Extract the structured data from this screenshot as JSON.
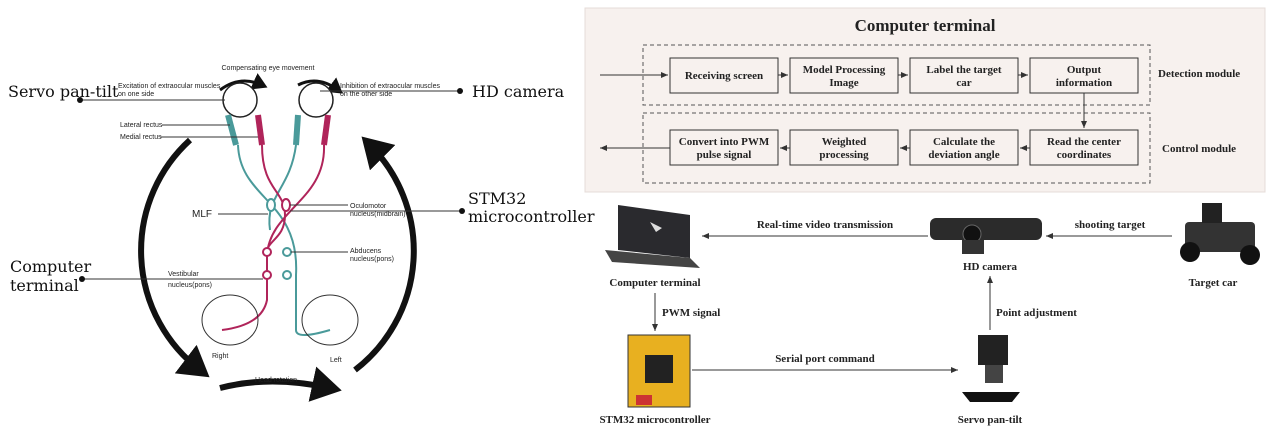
{
  "left_figure": {
    "labels": {
      "servo": "Servo pan-tilt",
      "camera": "HD camera",
      "stm32_1": "STM32",
      "stm32_2": "microcontroller",
      "computer_1": "Computer",
      "computer_2": "terminal"
    },
    "anatomy": {
      "compensating": "Compensating eye movement",
      "excitation_1": "Excitation of extraocular muscles",
      "excitation_2": "on one side",
      "inhibition_1": "Inhibition of extraocular muscles",
      "inhibition_2": "on the other side",
      "lateral": "Lateral rectus",
      "medial": "Medial rectus",
      "mlf": "MLF",
      "oculomotor_1": "Oculomotor",
      "oculomotor_2": "nucleus(midbrain)",
      "abducens_1": "Abducens",
      "abducens_2": "nucleus(pons)",
      "vestibular_1": "Vestibular",
      "vestibular_2": "nucleus(pons)",
      "right": "Right",
      "left": "Left",
      "head_rotation": "Head rotation"
    },
    "colors": {
      "excitatory": "#b0245a",
      "inhibitory": "#4a9a9a"
    }
  },
  "flowchart": {
    "title": "Computer terminal",
    "detection_module": "Detection module",
    "control_module": "Control module",
    "detection_steps": [
      [
        "Receiving screen",
        ""
      ],
      [
        "Model Processing",
        "Image"
      ],
      [
        "Label the target",
        "car"
      ],
      [
        "Output",
        "information"
      ]
    ],
    "control_steps": [
      [
        "Convert into PWM",
        "pulse signal"
      ],
      [
        "Weighted",
        "processing"
      ],
      [
        "Calculate the",
        "deviation angle"
      ],
      [
        "Read the center",
        "coordinates"
      ]
    ],
    "background": "#f7f1ee"
  },
  "hardware": {
    "computer": "Computer terminal",
    "camera": "HD camera",
    "car": "Target car",
    "stm32": "STM32 microcontroller",
    "servo": "Servo pan-tilt",
    "edges": {
      "shooting": "shooting target",
      "video": "Real-time video transmission",
      "pwm": "PWM signal",
      "serial": "Serial port command",
      "point": "Point adjustment"
    }
  }
}
